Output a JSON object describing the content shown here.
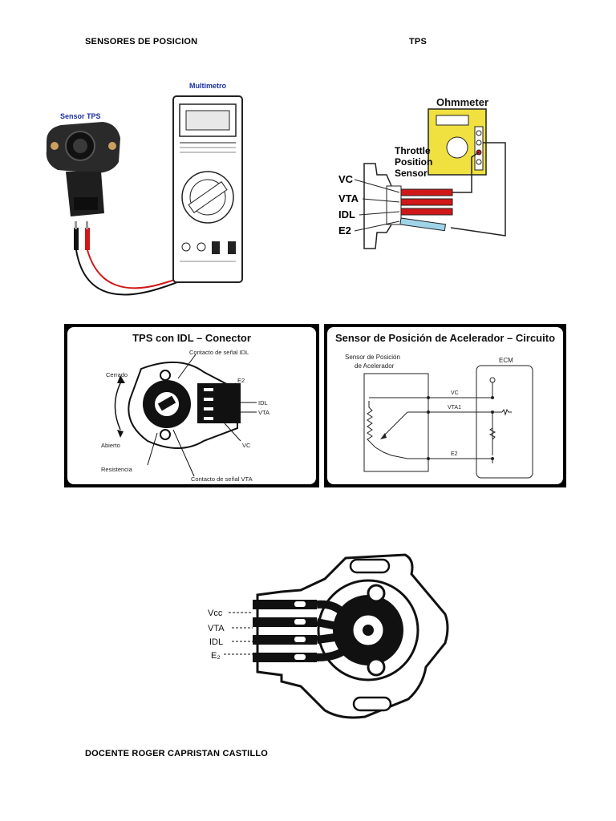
{
  "header": {
    "left_title": "SENSORES DE POSICION",
    "right_title": "TPS"
  },
  "figure1": {
    "sensor_label": "Sensor TPS",
    "meter_label": "Multimetro"
  },
  "figure2": {
    "ohmmeter_label": "Ohmmeter",
    "sensor_label_lines": [
      "Throttle",
      "Position",
      "Sensor"
    ],
    "pins": [
      "VC",
      "VTA",
      "IDL",
      "E2"
    ]
  },
  "figure3": {
    "title": "TPS con IDL – Conector",
    "labels": {
      "idl_contact": "Contacto de señal IDL",
      "e2": "E2",
      "closed": "Cerrado",
      "idl": "IDL",
      "vta": "VTA",
      "open": "Abierto",
      "vc": "VC",
      "resistance": "Resistencia",
      "vta_contact": "Contacto de señal VTA"
    }
  },
  "figure4": {
    "title": "Sensor de Posición de Acelerador – Circuito",
    "sensor_lines": [
      "Sensor de Posición",
      "de Acelerador"
    ],
    "ecm": "ECM",
    "vc": "VC",
    "vta1": "VTA1",
    "e2": "E2"
  },
  "figure5": {
    "pins": [
      "Vcc",
      "VTA",
      "IDL",
      "E₂"
    ]
  },
  "footer": {
    "author": "DOCENTE ROGER CAPRISTAN CASTILLO"
  },
  "colors": {
    "red_lead": "#d01818",
    "black_lead": "#111111",
    "ohmmeter_yellow": "#f0e040",
    "blue_lead": "#9fd4e8"
  }
}
